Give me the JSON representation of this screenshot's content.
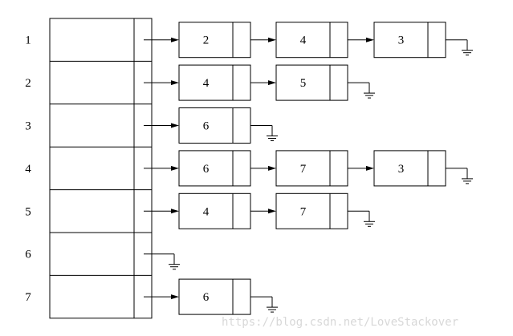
{
  "diagram": {
    "rows": [
      {
        "label": "1",
        "nodes": [
          "2",
          "4",
          "3"
        ]
      },
      {
        "label": "2",
        "nodes": [
          "4",
          "5"
        ]
      },
      {
        "label": "3",
        "nodes": [
          "6"
        ]
      },
      {
        "label": "4",
        "nodes": [
          "6",
          "7",
          "3"
        ]
      },
      {
        "label": "5",
        "nodes": [
          "4",
          "7"
        ]
      },
      {
        "label": "6",
        "nodes": []
      },
      {
        "label": "7",
        "nodes": [
          "6"
        ]
      }
    ],
    "null_symbol": "ground-icon"
  },
  "watermark": "https://blog.csdn.net/LoveStackover"
}
